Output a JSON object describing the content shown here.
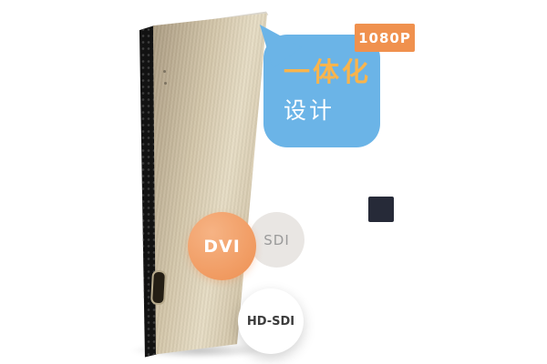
{
  "page": {
    "background": "#ffffff"
  },
  "device": {
    "description": "brushed-metal HD video converter shown in perspective with black finned heat-sink side",
    "colors": {
      "front_panel": "#cfc1a6",
      "side_fins": "#121212",
      "top_edge": "#d9d5cd"
    }
  },
  "callouts": {
    "resolution_badge": {
      "label": "1080P",
      "bg": "#f0914e",
      "text_color": "#ffffff"
    },
    "feature_bubble": {
      "line1": "一体化",
      "line2": "设计",
      "bg": "#6bb4e7",
      "line1_color": "#f9b44c",
      "line2_color": "#ffffff"
    },
    "dvi_circle": {
      "label": "DVI",
      "bg": "#ee9052",
      "text_color": "#ffffff"
    },
    "sdi_circle": {
      "label": "SDI",
      "bg": "#e9e6e3",
      "text_color": "#9a9a9a"
    },
    "hdsdi_circle": {
      "label": "HD-SDI",
      "bg": "#ffffff",
      "text_color": "#3c3c3c"
    },
    "decor_square": {
      "bg": "#262a38"
    }
  }
}
